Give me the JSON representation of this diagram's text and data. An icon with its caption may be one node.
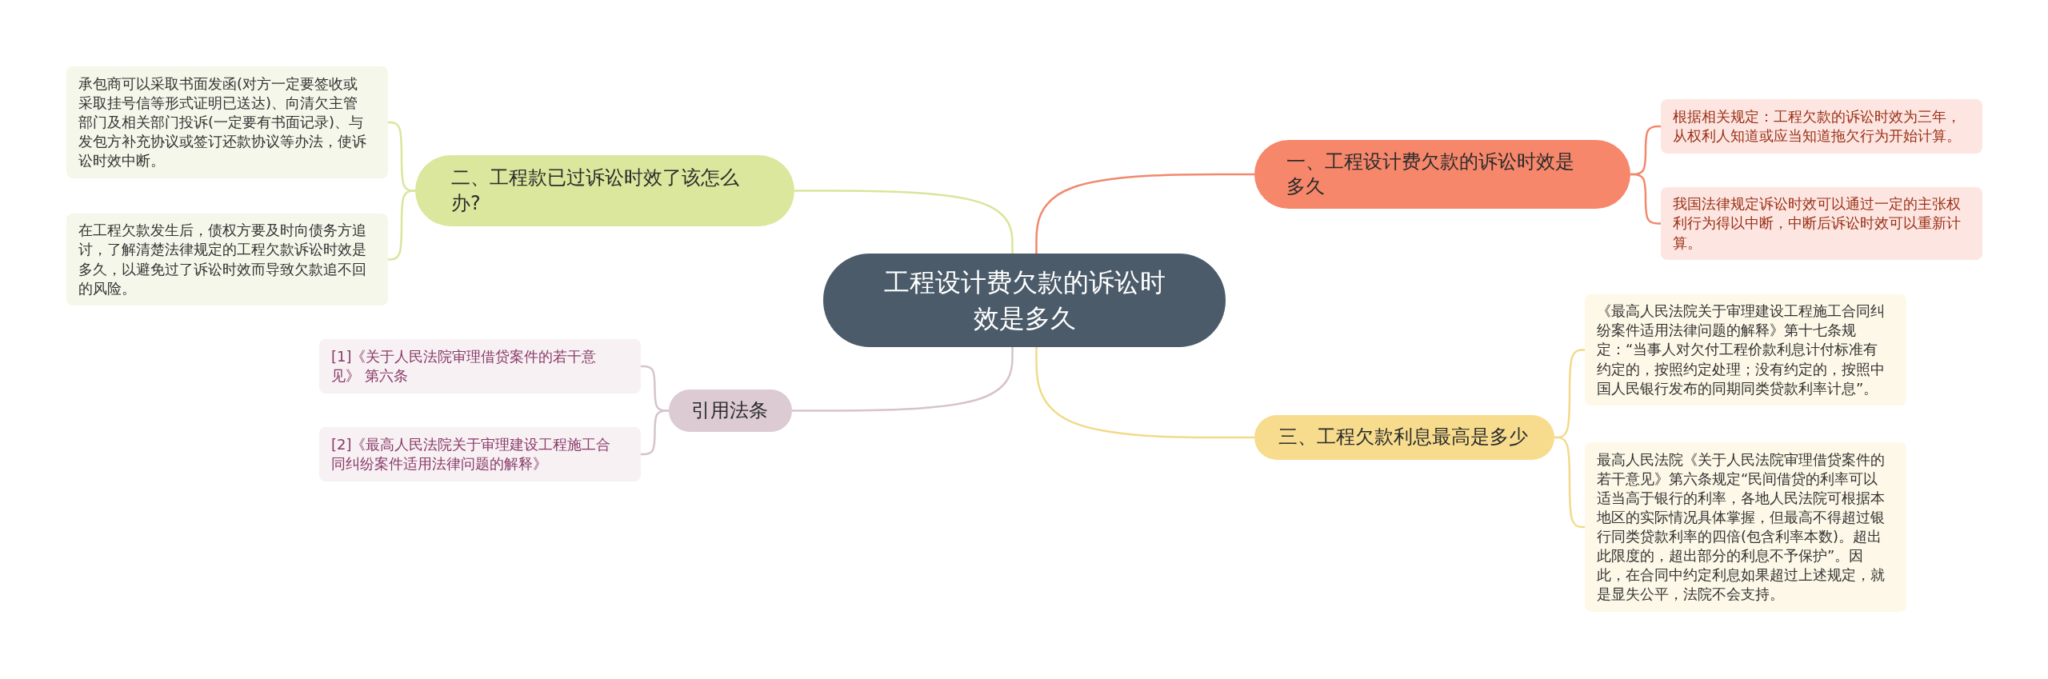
{
  "diagram": {
    "nodes": [
      {
        "text": [
          "工程设计费欠款的诉讼时效是多久"
        ]
      },
      {
        "text": [
          "一、工程设计费欠款的诉讼时效是多久"
        ]
      },
      {
        "text": [
          "根据相关规定：工程欠款的诉讼时效为三年，从权利人知道或应当知道拖欠行为开始计算。"
        ]
      },
      {
        "text": [
          "我国法律规定诉讼时效可以通过一定的主张权利行为得以中断，中断后诉讼时效可以重新计算。"
        ]
      },
      {
        "text": [
          "二、工程款已过诉讼时效了该怎么办?"
        ]
      },
      {
        "text": [
          "承包商可以采取书面发函(对方一定要签收或采取挂号信等形式证明已送达)、向清欠主管部门及相关部门投诉(一定要有书面记录)、与发包方补充协议或签订还款协议等办法，使诉讼时效中断。"
        ]
      },
      {
        "text": [
          "在工程欠款发生后，债权方要及时向债务方追讨，了解清楚法律规定的工程欠款诉讼时效是多久，以避免过了诉讼时效而导致欠款追不回的风险。"
        ]
      },
      {
        "text": [
          "三、工程欠款利息最高是多少"
        ]
      },
      {
        "text": [
          "《最高人民法院关于审理建设工程施工合同纠纷案件适用法律问题的解释》第十七条规定：“当事人对欠付工程价款利息计付标准有约定的，按照约定处理；没有约定的，按照中国人民银行发布的同期同类贷款利率计息”。"
        ]
      },
      {
        "text": [
          "最高人民法院《关于人民法院审理借贷案件的若干意见》第六条规定“民间借贷的利率可以适当高于银行的利率，各地人民法院可根据本地区的实际情况具体掌握，但最高不得超过银行同类贷款利率的四倍(包含利率本数)。超出此限度的，超出部分的利息不予保护”。因此，在合同中约定利息如果超过上述规定，就是显失公平，法院不会支持。"
        ]
      },
      {
        "text": [
          "引用法条"
        ]
      },
      {
        "text": [
          "[1]《关于人民法院审理借贷案件的若干意见》 第六条"
        ]
      },
      {
        "text": [
          "[2]《最高人民法院关于审理建设工程施工合同纠纷案件适用法律问题的解释》"
        ]
      }
    ],
    "edges": [
      {
        "from": 0,
        "to": 1,
        "arrow": "none",
        "color": "#f0896d"
      },
      {
        "from": 1,
        "to": 2,
        "arrow": "none",
        "color": "#f0896d"
      },
      {
        "from": 1,
        "to": 3,
        "arrow": "none",
        "color": "#f0896d"
      },
      {
        "from": 0,
        "to": 4,
        "arrow": "none",
        "color": "#d9e59c"
      },
      {
        "from": 4,
        "to": 5,
        "arrow": "none",
        "color": "#d9e59c"
      },
      {
        "from": 4,
        "to": 6,
        "arrow": "none",
        "color": "#d9e59c"
      },
      {
        "from": 0,
        "to": 7,
        "arrow": "none",
        "color": "#f2da8a"
      },
      {
        "from": 7,
        "to": 8,
        "arrow": "none",
        "color": "#f2da8a"
      },
      {
        "from": 7,
        "to": 9,
        "arrow": "none",
        "color": "#f2da8a"
      },
      {
        "from": 0,
        "to": 10,
        "arrow": "none",
        "color": "#d7c3cd"
      },
      {
        "from": 10,
        "to": 11,
        "arrow": "none",
        "color": "#d7c3cd"
      },
      {
        "from": 10,
        "to": 12,
        "arrow": "none",
        "color": "#d7c3cd"
      }
    ]
  }
}
